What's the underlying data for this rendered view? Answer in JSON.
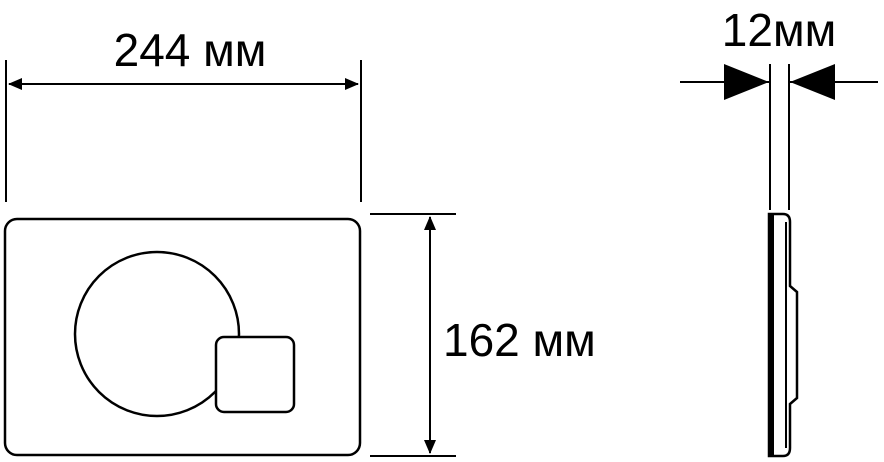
{
  "front_view": {
    "width_label": "244 мм",
    "height_label": "162 мм"
  },
  "side_view": {
    "thickness_label": "12мм"
  },
  "colors": {
    "line": "#000000",
    "background": "#ffffff"
  }
}
